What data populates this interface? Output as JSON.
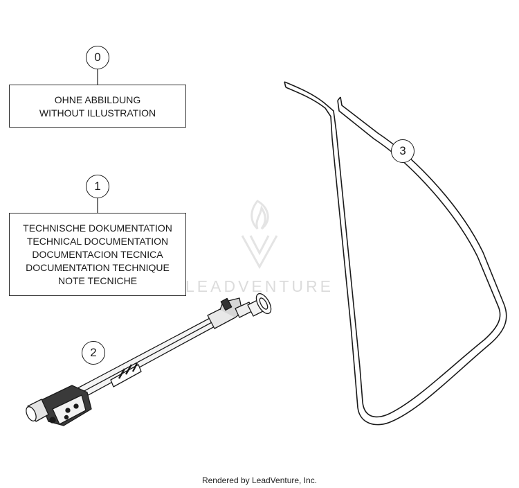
{
  "callouts": {
    "c0": "0",
    "c1": "1",
    "c2": "2",
    "c3": "3"
  },
  "box0": {
    "line1": "OHNE ABBILDUNG",
    "line2": "WITHOUT ILLUSTRATION"
  },
  "box1": {
    "line1": "TECHNISCHE DOKUMENTATION",
    "line2": "TECHNICAL DOCUMENTATION",
    "line3": "DOCUMENTACION TECNICA",
    "line4": "DOCUMENTATION TECHNIQUE",
    "line5": "NOTE TECNICHE"
  },
  "watermark": "LEADVENTURE",
  "footer": "Rendered by LeadVenture, Inc."
}
